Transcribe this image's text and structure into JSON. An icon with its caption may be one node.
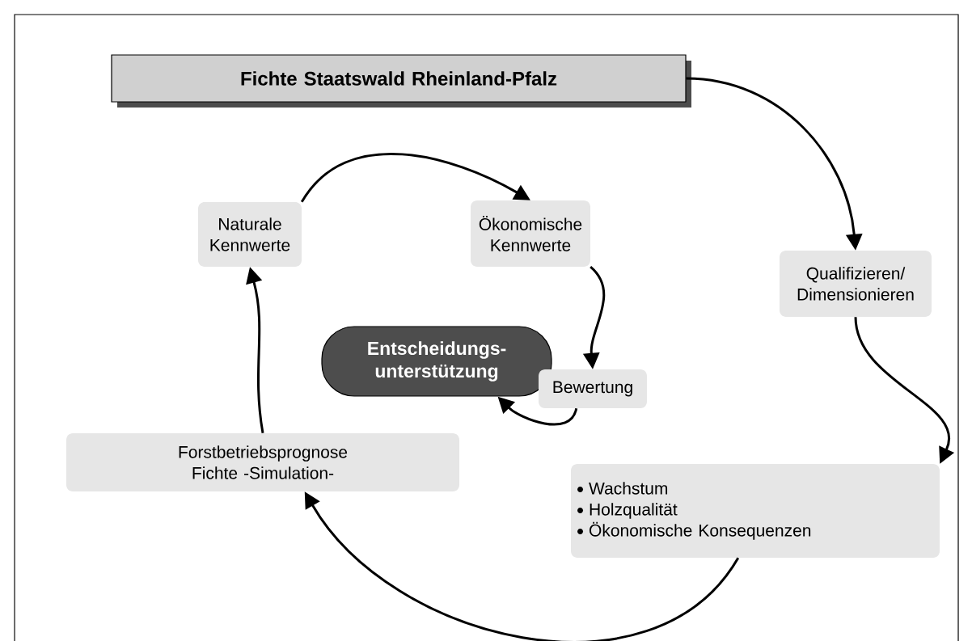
{
  "diagram": {
    "nodes": [
      {
        "text": [
          "Fichte Staatswald Rheinland-Pfalz"
        ]
      },
      {
        "text": [
          "Naturale Kennwerte"
        ]
      },
      {
        "text": [
          "Ökonomische Kennwerte"
        ]
      },
      {
        "text": [
          "Qualifizieren/ Dimensionieren"
        ]
      },
      {
        "text": [
          "Entscheidungs- unterstützung"
        ]
      },
      {
        "text": [
          "Bewertung"
        ]
      },
      {
        "text": [
          "Forstbetriebsprognose Fichte -Simulation-"
        ]
      },
      {
        "text": [
          "Wachstum",
          "Holzqualität",
          "Ökonomische Konsequenzen"
        ]
      }
    ],
    "edges": [
      {
        "from": 0,
        "to": 3,
        "arrow": "to"
      },
      {
        "from": 3,
        "to": 7,
        "arrow": "to"
      },
      {
        "from": 7,
        "to": 6,
        "arrow": "to"
      },
      {
        "from": 6,
        "to": 1,
        "arrow": "to"
      },
      {
        "from": 1,
        "to": 2,
        "arrow": "to"
      },
      {
        "from": 2,
        "to": 5,
        "arrow": "to"
      },
      {
        "from": 5,
        "to": 4,
        "arrow": "to"
      }
    ]
  }
}
